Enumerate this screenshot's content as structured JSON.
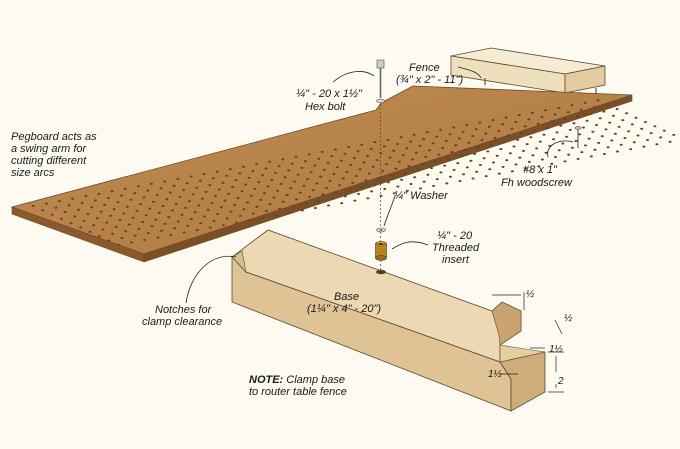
{
  "labels": {
    "pegboard": [
      "Pegboard acts as",
      "a swing arm for",
      "cutting different",
      "size arcs"
    ],
    "hex_bolt": [
      "¼\" - 20 x 1½\"",
      "Hex bolt"
    ],
    "fence": [
      "Fence",
      "(¾\" x 2\" - 11\")"
    ],
    "woodscrew": [
      "#8 x 1\"",
      "Fh woodscrew"
    ],
    "washer": "¼\" Washer",
    "insert": [
      "¼\" - 20",
      "Threaded",
      "insert"
    ],
    "notches": [
      "Notches for",
      "clamp clearance"
    ],
    "base": [
      "Base",
      "(1¼\" x 4\" - 20\")"
    ],
    "note_bold": "NOTE:",
    "note_rest": " Clamp base",
    "note_line2": "to router table fence"
  },
  "dimensions": {
    "notch_top_a": "½",
    "notch_top_b": "½",
    "notch_side": "1½",
    "notch_bottom": "1½",
    "base_height": "2"
  },
  "colors": {
    "background": "#fdfaf1",
    "pegboard_top": "#b8834c",
    "pegboard_edge": "#8a5a2e",
    "pegboard_hole": "#6b4120",
    "wood_top": "#ecd9b4",
    "wood_front": "#dcc294",
    "wood_end": "#c9a772",
    "fence_wood": "#f1e3c2",
    "insert_brass": "#c89a3a"
  }
}
